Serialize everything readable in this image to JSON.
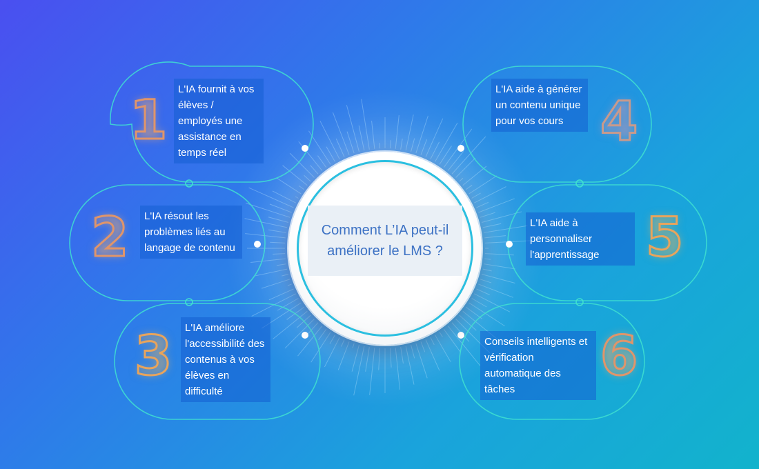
{
  "center": {
    "title": "Comment  L’IA peut-il améliorer le LMS ?"
  },
  "items": [
    {
      "number": "1",
      "text": "L'IA fournit à vos élèves / employés une assistance en temps réel"
    },
    {
      "number": "2",
      "text": "L'IA résout les problèmes liés au langage de contenu"
    },
    {
      "number": "3",
      "text": "L'IA améliore l'accessibilité des contenus à vos élèves en difficulté"
    },
    {
      "number": "4",
      "text": "L'IA aide à générer un contenu unique pour vos cours"
    },
    {
      "number": "5",
      "text": "L'IA aide à personnaliser l'apprentissage"
    },
    {
      "number": "6",
      "text": "Conseils intelligents et vérification automatique des tâches"
    }
  ],
  "colors": {
    "background_start": "#4a4ff0",
    "background_end": "#12b3cc",
    "outline": "#3fe0d0",
    "number_outline": "#e0956a",
    "center_text": "#3d72c4"
  }
}
